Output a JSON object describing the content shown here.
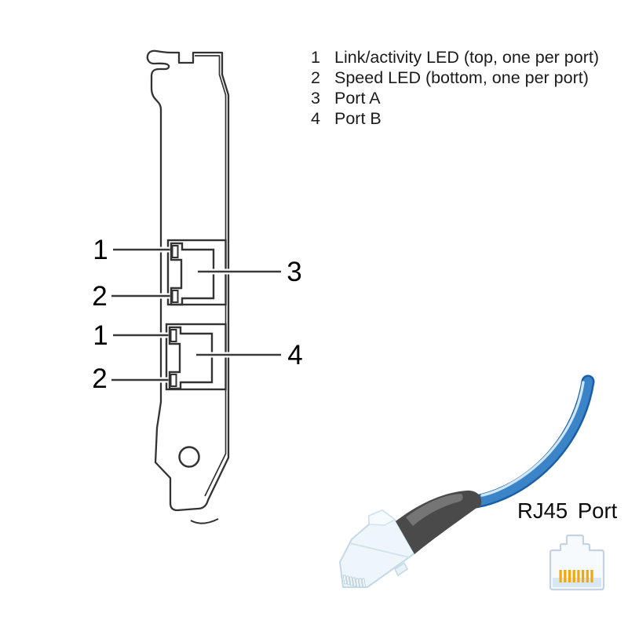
{
  "legend": {
    "items": [
      {
        "num": "1",
        "label": "Link/activity LED (top, one per port)"
      },
      {
        "num": "2",
        "label": "Speed LED (bottom, one per port)"
      },
      {
        "num": "3",
        "label": "Port A"
      },
      {
        "num": "4",
        "label": "Port B"
      }
    ]
  },
  "diagram": {
    "callouts": [
      {
        "num": "1",
        "target": "port-a-link-activity-led"
      },
      {
        "num": "2",
        "target": "port-a-speed-led"
      },
      {
        "num": "1",
        "target": "port-b-link-activity-led"
      },
      {
        "num": "2",
        "target": "port-b-speed-led"
      },
      {
        "num": "3",
        "target": "port-a"
      },
      {
        "num": "4",
        "target": "port-b"
      }
    ]
  },
  "rj45": {
    "label": "RJ45 Port"
  },
  "colors": {
    "line": "#333333",
    "callout_line": "#3a3a3a",
    "cable_edge": "#1c5fa8",
    "cable_core": "#3b84c8",
    "cable_highlight": "#d9edfc",
    "boot_gray": "#4a4a4a",
    "boot_highlight": "#7c7c7c",
    "plug_body": "#eef6fb",
    "plug_edge": "#c4d9e8",
    "icon_border": "#c3d3e2",
    "icon_body": "#f7fafc",
    "icon_strip": "#d9e7f3",
    "pin_orange": "#f3a70a"
  }
}
